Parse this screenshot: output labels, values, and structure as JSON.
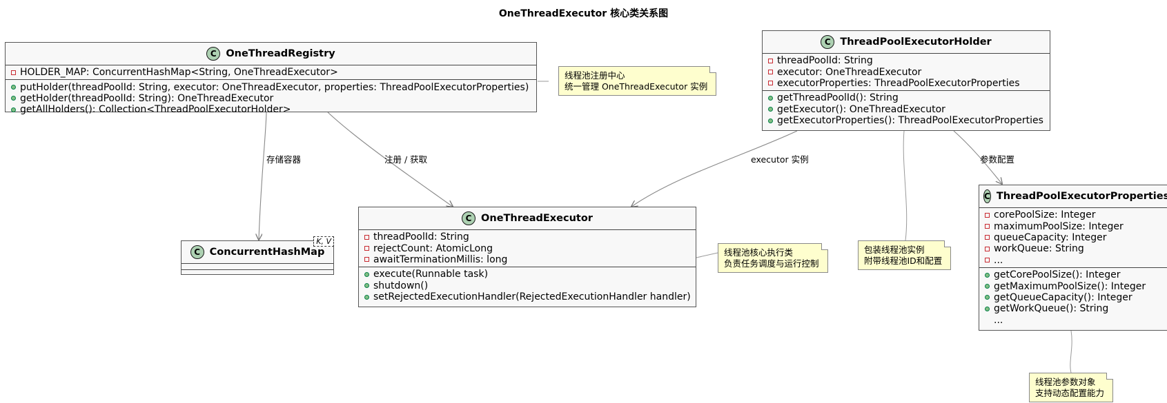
{
  "title": "OneThreadExecutor 核心类关系图",
  "classes": {
    "registry": {
      "stereotype": "C",
      "name": "OneThreadRegistry",
      "fields": [
        {
          "vis": "private",
          "text": "HOLDER_MAP: ConcurrentHashMap<String, OneThreadExecutor>"
        }
      ],
      "methods": [
        {
          "vis": "public",
          "text": "putHolder(threadPoolId: String, executor: OneThreadExecutor, properties: ThreadPoolExecutorProperties)"
        },
        {
          "vis": "public",
          "text": "getHolder(threadPoolId: String): OneThreadExecutor"
        },
        {
          "vis": "public",
          "text": "getAllHolders(): Collection<ThreadPoolExecutorHolder>"
        }
      ]
    },
    "holder": {
      "stereotype": "C",
      "name": "ThreadPoolExecutorHolder",
      "fields": [
        {
          "vis": "private",
          "text": "threadPoolId: String"
        },
        {
          "vis": "private",
          "text": "executor: OneThreadExecutor"
        },
        {
          "vis": "private",
          "text": "executorProperties: ThreadPoolExecutorProperties"
        }
      ],
      "methods": [
        {
          "vis": "public",
          "text": "getThreadPoolId(): String"
        },
        {
          "vis": "public",
          "text": "getExecutor(): OneThreadExecutor"
        },
        {
          "vis": "public",
          "text": "getExecutorProperties(): ThreadPoolExecutorProperties"
        }
      ]
    },
    "executor": {
      "stereotype": "C",
      "name": "OneThreadExecutor",
      "fields": [
        {
          "vis": "private",
          "text": "threadPoolId: String"
        },
        {
          "vis": "private",
          "text": "rejectCount: AtomicLong"
        },
        {
          "vis": "private",
          "text": "awaitTerminationMillis: long"
        }
      ],
      "methods": [
        {
          "vis": "public",
          "text": "execute(Runnable task)"
        },
        {
          "vis": "public",
          "text": "shutdown()"
        },
        {
          "vis": "public",
          "text": "setRejectedExecutionHandler(RejectedExecutionHandler handler)"
        }
      ]
    },
    "hashmap": {
      "stereotype": "C",
      "name": "ConcurrentHashMap",
      "generic": "K, V",
      "fields": [],
      "methods": []
    },
    "properties": {
      "stereotype": "C",
      "name": "ThreadPoolExecutorProperties",
      "fields": [
        {
          "vis": "private",
          "text": "corePoolSize: Integer"
        },
        {
          "vis": "private",
          "text": "maximumPoolSize: Integer"
        },
        {
          "vis": "private",
          "text": "queueCapacity: Integer"
        },
        {
          "vis": "private",
          "text": "workQueue: String"
        },
        {
          "vis": "private",
          "text": "..."
        }
      ],
      "methods": [
        {
          "vis": "public",
          "text": "getCorePoolSize(): Integer"
        },
        {
          "vis": "public",
          "text": "getMaximumPoolSize(): Integer"
        },
        {
          "vis": "public",
          "text": "getQueueCapacity(): Integer"
        },
        {
          "vis": "public",
          "text": "getWorkQueue(): String"
        },
        {
          "vis": "none",
          "text": "..."
        }
      ]
    }
  },
  "notes": {
    "registry": [
      "线程池注册中心",
      "统一管理 OneThreadExecutor 实例"
    ],
    "executor": [
      "线程池核心执行类",
      "负责任务调度与运行控制"
    ],
    "holder": [
      "包装线程池实例",
      "附带线程池ID和配置"
    ],
    "properties": [
      "线程池参数对象",
      "支持动态配置能力"
    ]
  },
  "edge_labels": {
    "storage": "存储容器",
    "register": "注册 / 获取",
    "executor_instance": "executor 实例",
    "param_config": "参数配置"
  },
  "colors": {
    "class_fill": "#f8f8f8",
    "note_fill": "#fefece",
    "class_icon": "#add1b2",
    "arrow": "#777777"
  }
}
